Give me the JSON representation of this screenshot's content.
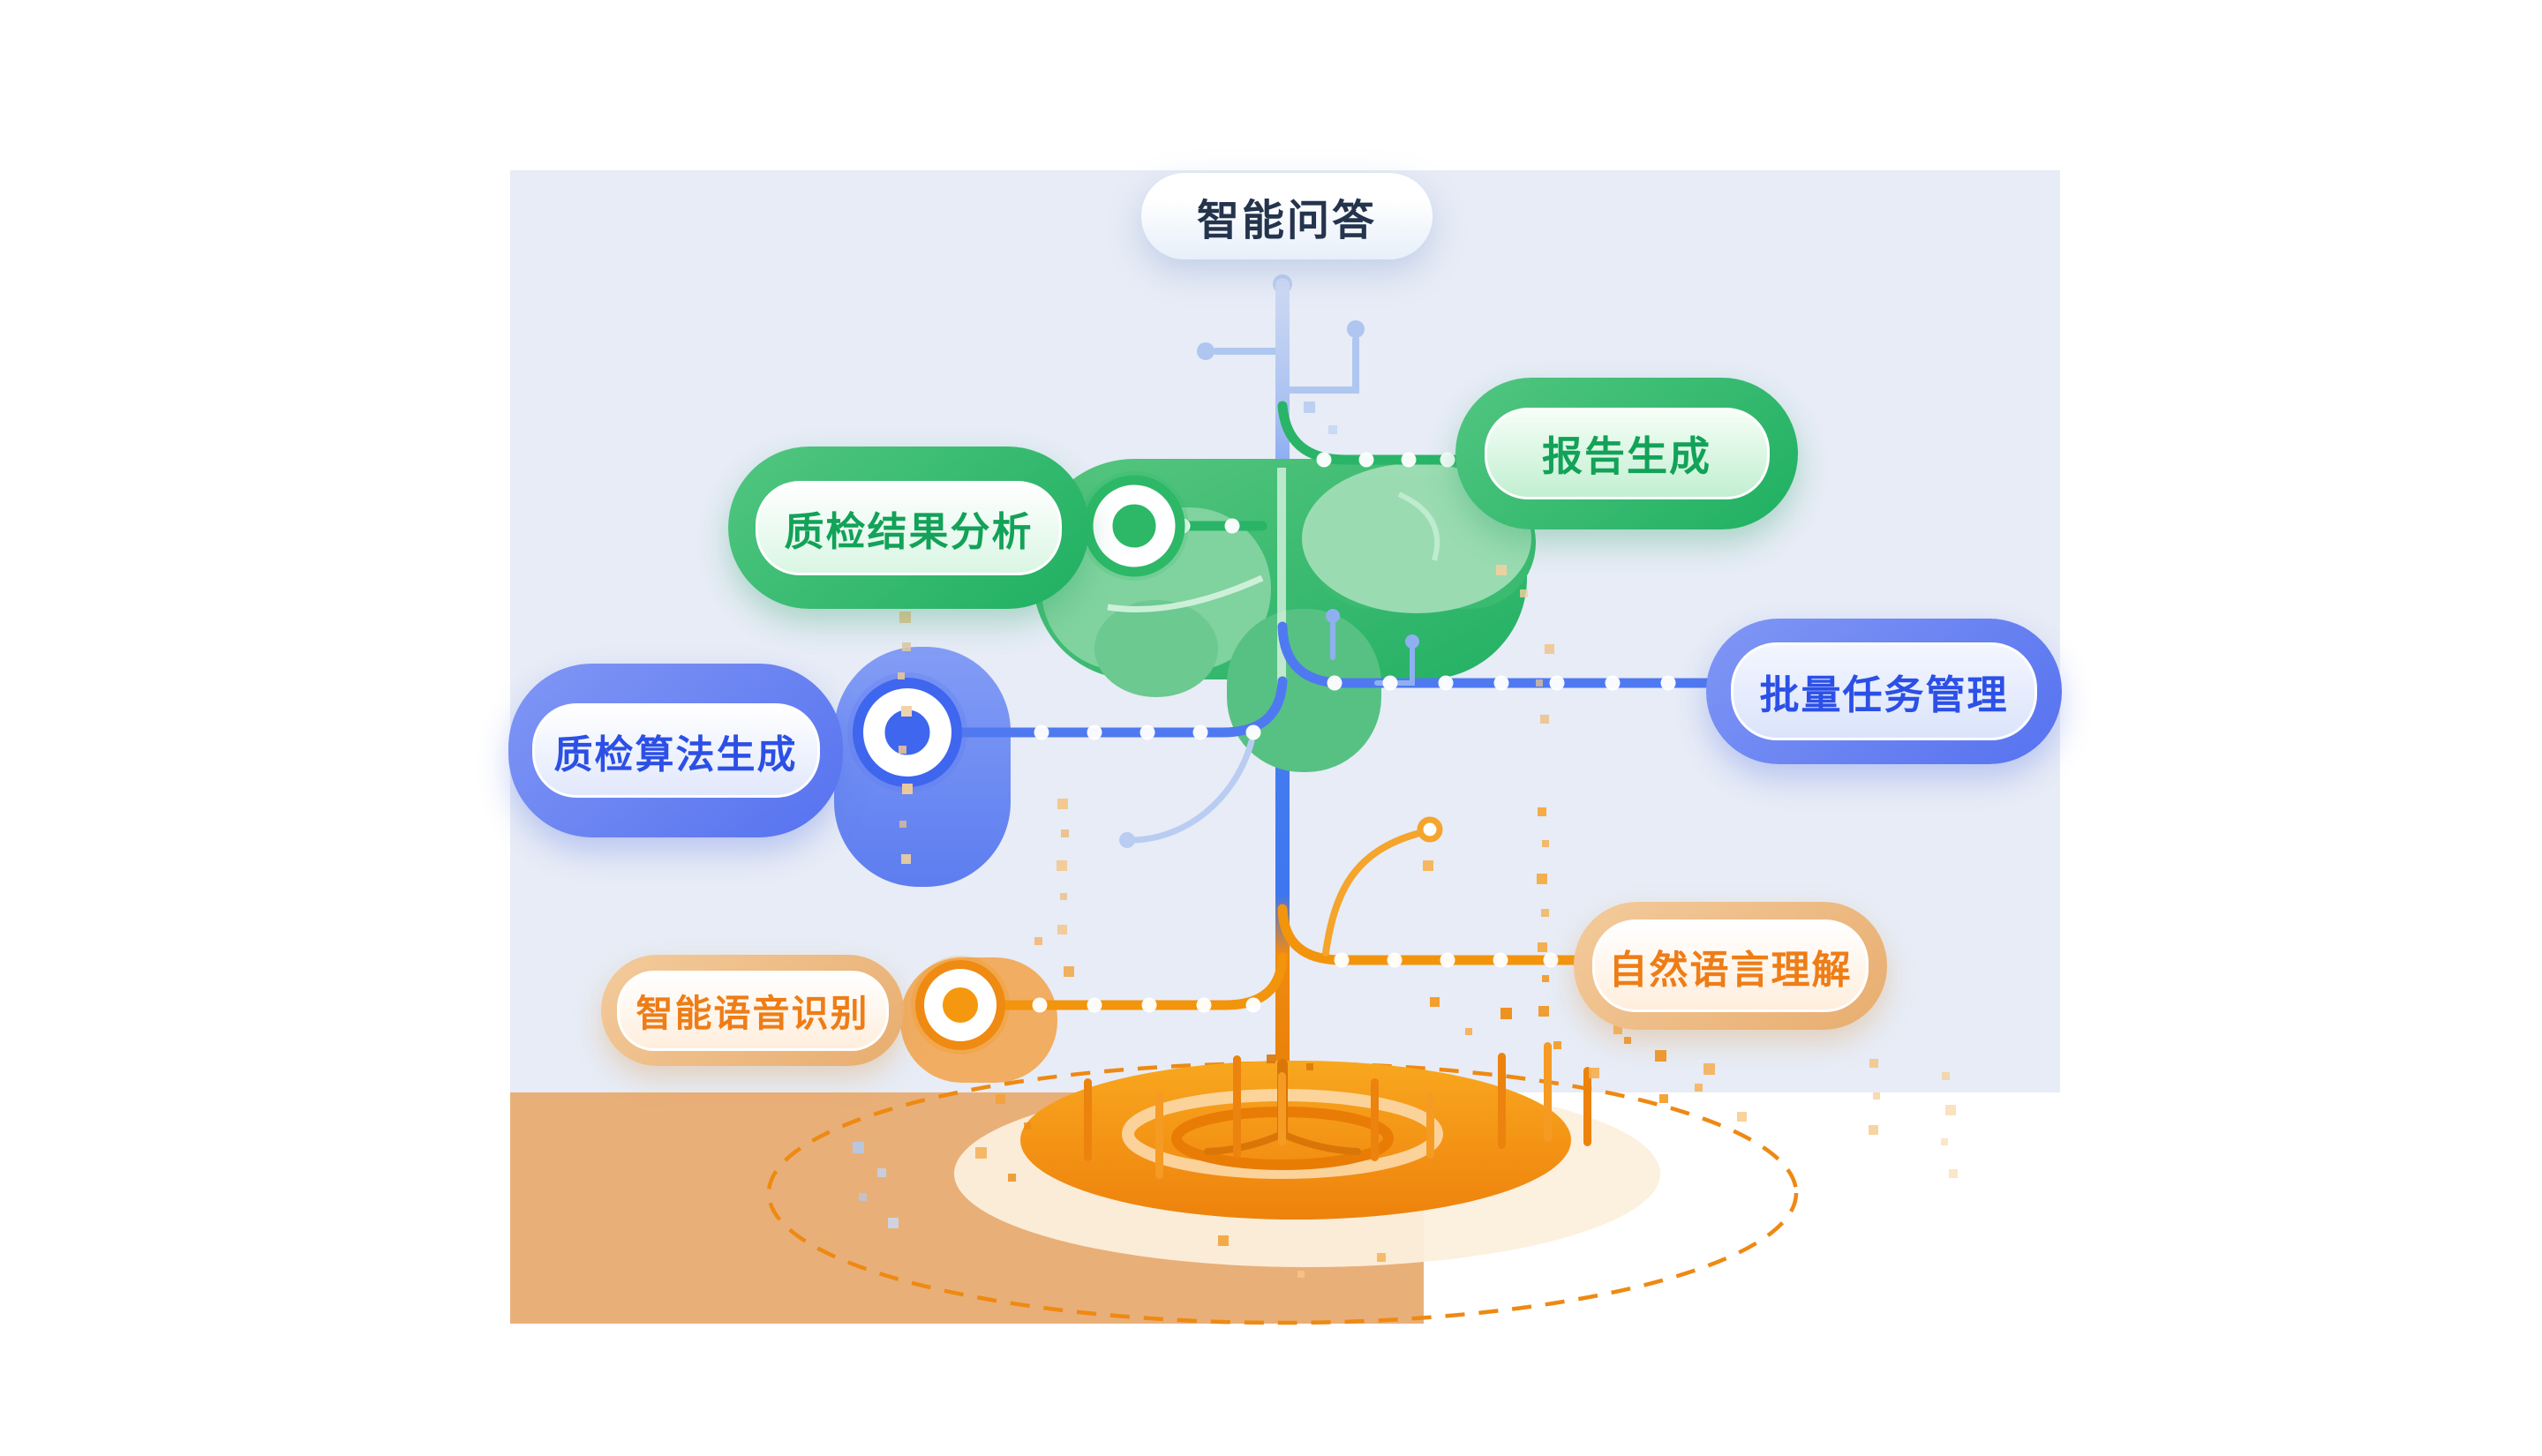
{
  "palette": {
    "panel_bg": "#e7ecf6",
    "ground_tan": "#e9af78",
    "green": "#23b164",
    "green_text": "#12a258",
    "blue": "#5874ef",
    "blue_text": "#2c50e6",
    "orange": "#f5980f",
    "orange_text": "#ee7d17",
    "trunk_blue": "#4c82f0",
    "dark_text": "#24344d"
  },
  "nodes": {
    "qa": {
      "label": "智能问答"
    },
    "report": {
      "label": "报告生成"
    },
    "qc_result": {
      "label": "质检结果分析"
    },
    "batch_task": {
      "label": "批量任务管理"
    },
    "qc_algo": {
      "label": "质检算法生成"
    },
    "nlu": {
      "label": "自然语言理解"
    },
    "asr": {
      "label": "智能语音识别"
    }
  }
}
